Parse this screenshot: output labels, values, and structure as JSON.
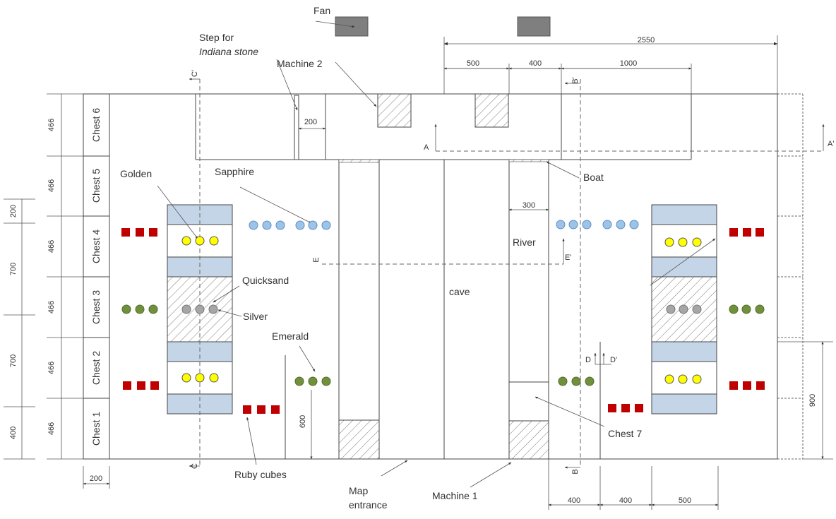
{
  "colors": {
    "ruby": "#c00000",
    "sapphire": "#9dc3e6",
    "sapphire_stroke": "#5b8fc9",
    "golden": "#ffff00",
    "silver": "#a6a6a6",
    "emerald": "#70913b",
    "band": "#c5d5e8",
    "fan": "#7f7f7f"
  },
  "chests": [
    "Chest 6",
    "Chest 5",
    "Chest 4",
    "Chest 3",
    "Chest 2",
    "Chest 1"
  ],
  "labels": {
    "fan": "Fan",
    "step_line1": "Step for",
    "step_line2": "Indiana stone",
    "machine2": "Machine 2",
    "golden": "Golden",
    "sapphire": "Sapphire",
    "quicksand": "Quicksand",
    "silver": "Silver",
    "emerald": "Emerald",
    "ruby": "Ruby cubes",
    "map_line1": "Map",
    "map_line2": "entrance",
    "machine1": "Machine 1",
    "chest7": "Chest 7",
    "cave": "cave",
    "river": "River",
    "boat": "Boat"
  },
  "sections": {
    "a": "A",
    "a_prime": "A'",
    "b_top": "B'",
    "b_bottom": "B",
    "c_top": "C'",
    "c_bottom": "C",
    "d": "D",
    "d_prime": "D'",
    "e_prime": "E'",
    "e_left": "E"
  },
  "dimensions": {
    "top_total": "2550",
    "top_500": "500",
    "top_400": "400",
    "top_1000": "1000",
    "step_200": "200",
    "river_300": "300",
    "left_466_1": "466",
    "left_466_2": "466",
    "left_466_3": "466",
    "left_466_4": "466",
    "left_466_5": "466",
    "left_466_6": "466",
    "outer_200": "200",
    "outer_700_1": "700",
    "outer_700_2": "700",
    "outer_400": "400",
    "inner_600": "600",
    "right_900": "900",
    "bottom_200": "200",
    "bottom_400_1": "400",
    "bottom_400_2": "400",
    "bottom_500": "500"
  }
}
